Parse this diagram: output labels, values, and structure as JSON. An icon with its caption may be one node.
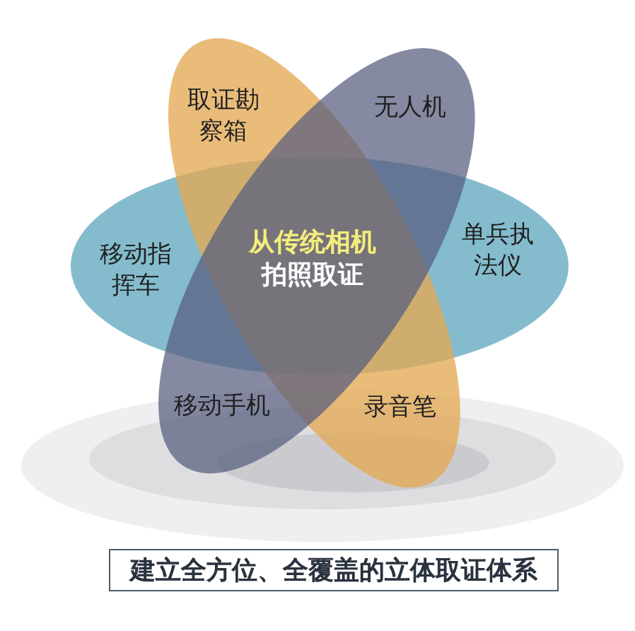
{
  "diagram": {
    "nodes": [
      {
        "text": [
          "取证勘察箱",
          "录音笔"
        ]
      },
      {
        "text": [
          "无人机",
          "移动手机"
        ]
      },
      {
        "text": [
          "移动指挥车",
          "单兵执法仪"
        ]
      },
      {
        "text": [
          "建立全方位、全覆盖的立体取证体系"
        ]
      }
    ],
    "labels": [
      "从传统相机",
      "拍照取证"
    ]
  }
}
